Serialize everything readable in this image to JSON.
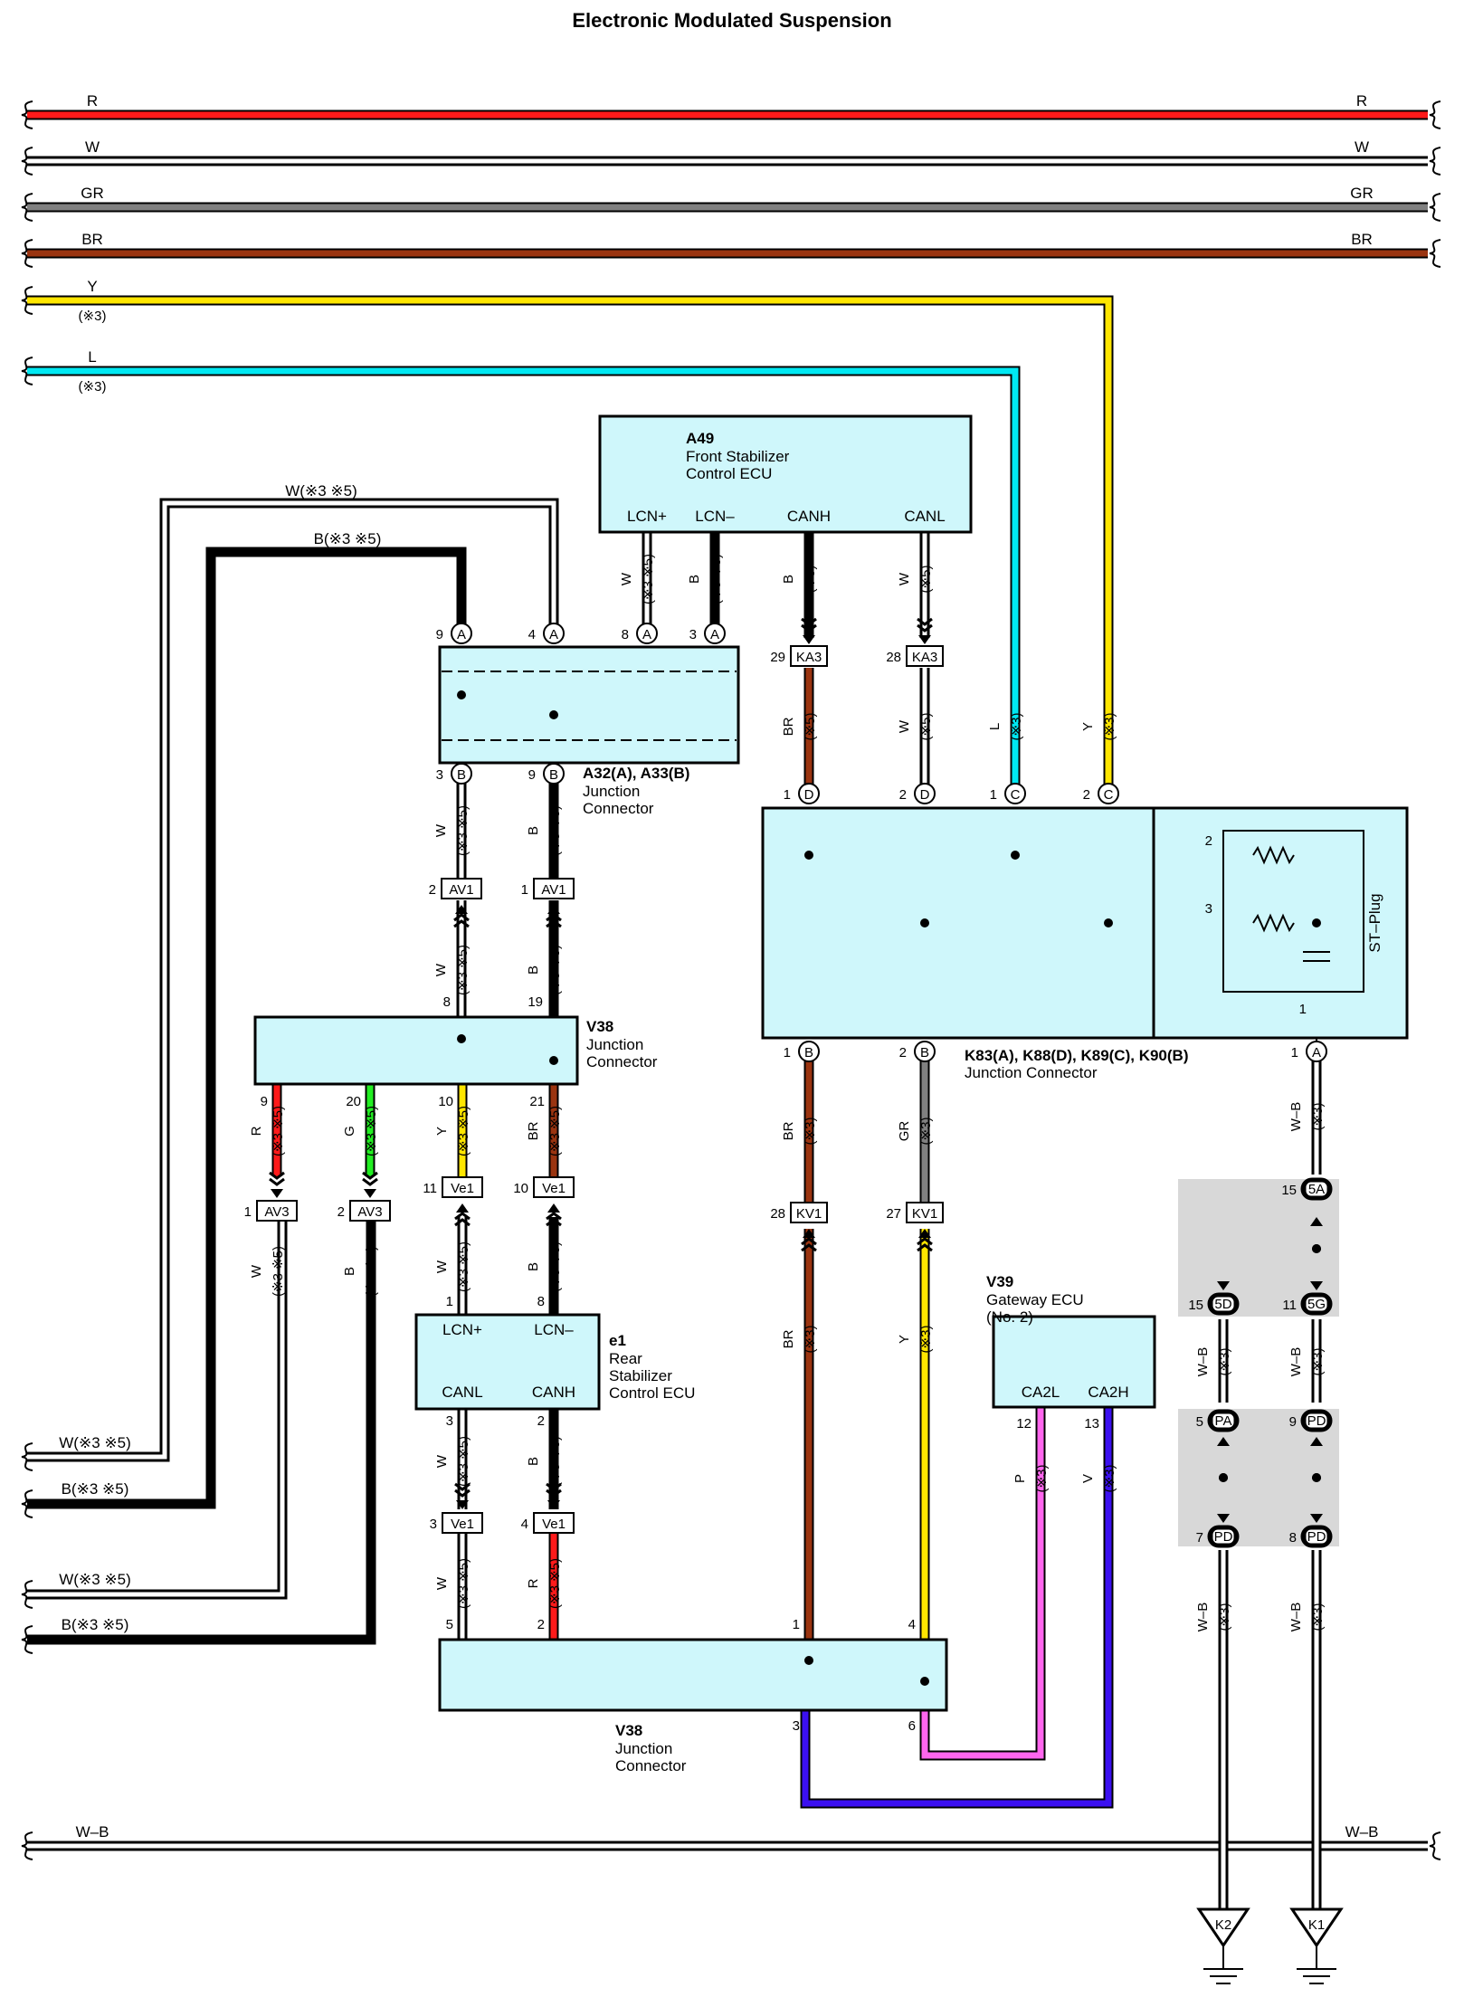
{
  "title": "Electronic Modulated Suspension",
  "colors": {
    "R": "#ff1a1a",
    "W": "#ffffff",
    "GR": "#808080",
    "BR": "#9a3410",
    "Y": "#ffe600",
    "L": "#00e8f2",
    "B": "#000000",
    "G": "#22ee22",
    "P": "#ff66ee",
    "V": "#3b10f0",
    "box": "#cff7fb",
    "shade": "#d8d8d8"
  },
  "buses": [
    {
      "label_left": "R",
      "label_right": "R",
      "color": "R"
    },
    {
      "label_left": "W",
      "label_right": "W",
      "color": "W"
    },
    {
      "label_left": "GR",
      "label_right": "GR",
      "color": "GR"
    },
    {
      "label_left": "BR",
      "label_right": "BR",
      "color": "BR"
    },
    {
      "label_left": "Y",
      "note": "(※3)",
      "color": "Y"
    },
    {
      "label_left": "L",
      "note": "(※3)",
      "color": "L"
    },
    {
      "label_left": "W–B",
      "label_right": "W–B",
      "color": "W"
    }
  ],
  "components": {
    "a49": {
      "code": "A49",
      "name1": "Front Stabilizer",
      "name2": "Control ECU",
      "pins": [
        "LCN+",
        "LCN–",
        "CANH",
        "CANL"
      ]
    },
    "a32": {
      "code": "A32(A), A33(B)",
      "name1": "Junction",
      "name2": "Connector"
    },
    "v38a": {
      "code": "V38",
      "name1": "Junction",
      "name2": "Connector"
    },
    "e1": {
      "code": "e1",
      "name1": "Rear",
      "name2": "Stabilizer",
      "name3": "Control ECU",
      "pins": [
        "LCN+",
        "LCN–",
        "CANL",
        "CANH"
      ]
    },
    "v38b": {
      "code": "V38",
      "name1": "Junction",
      "name2": "Connector"
    },
    "k83": {
      "code": "K83(A), K88(D), K89(C), K90(B)",
      "name1": "Junction Connector",
      "stplug": "ST–Plug"
    },
    "v39": {
      "code": "V39",
      "name1": "Gateway ECU",
      "name2": "(No. 2)",
      "pins": [
        "CA2L",
        "CA2H"
      ]
    }
  },
  "left_labels": [
    {
      "text": "W(※3 ※5)"
    },
    {
      "text": "B(※3 ※5)"
    },
    {
      "text": "W(※3 ※5)"
    },
    {
      "text": "B(※3 ※5)"
    }
  ],
  "connectors": [
    "KA3",
    "KA3",
    "AV1",
    "AV1",
    "AV3",
    "AV3",
    "Ve1",
    "Ve1",
    "Ve1",
    "Ve1",
    "KV1",
    "KV1",
    "5A",
    "5D",
    "5G",
    "PA",
    "PD",
    "PD",
    "PD"
  ],
  "grounds": [
    "K2",
    "K1"
  ],
  "notes": {
    "n35": "(※3 ※5)",
    "n5": "(※5)",
    "n3": "(※3)"
  }
}
